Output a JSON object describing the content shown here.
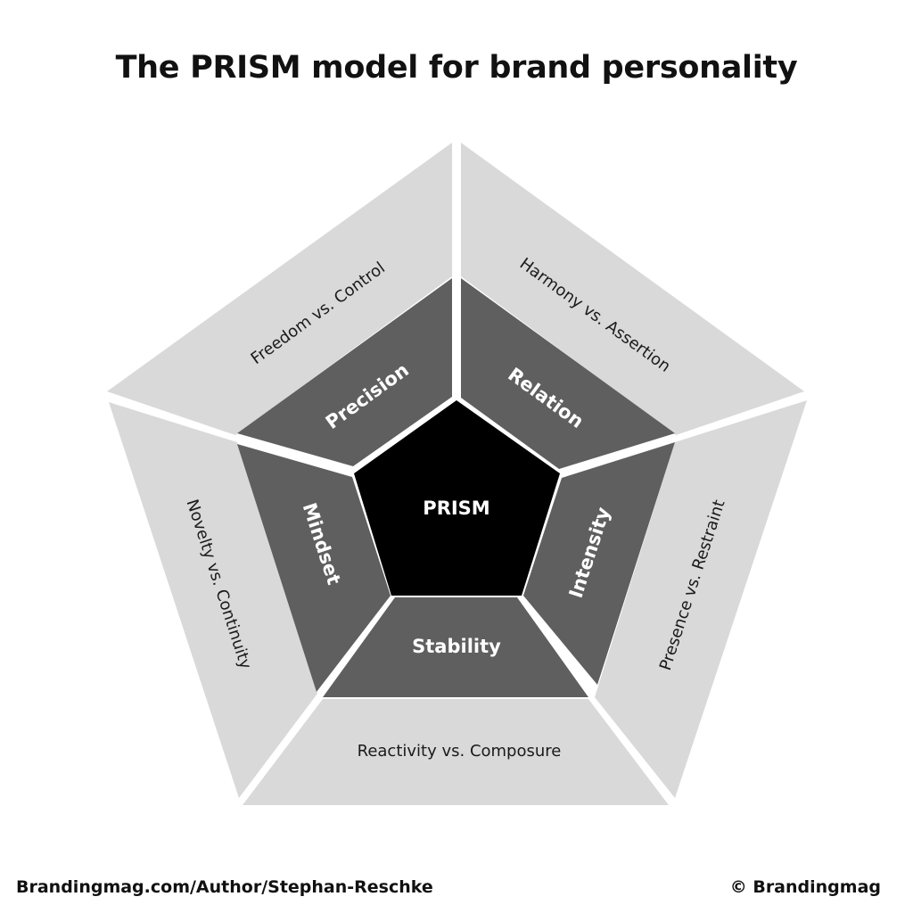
{
  "title": "The PRISM model for brand personality",
  "core": {
    "label": "PRISM"
  },
  "dimensions": [
    {
      "name": "Precision",
      "axis": "Freedom vs. Control"
    },
    {
      "name": "Relation",
      "axis": "Harmony vs. Assertion"
    },
    {
      "name": "Intensity",
      "axis": "Presence vs. Restraint"
    },
    {
      "name": "Stability",
      "axis": "Reactivity vs. Composure"
    },
    {
      "name": "Mindset",
      "axis": "Novelty vs. Continuity"
    }
  ],
  "footer": {
    "left": "Brandingmag.com/Author/Stephan-Reschke",
    "right": "© Brandingmag"
  },
  "colors": {
    "outer_ring": "#d9d9d9",
    "middle_ring": "#5f5f5f",
    "core": "#000000",
    "separator": "#ffffff"
  }
}
